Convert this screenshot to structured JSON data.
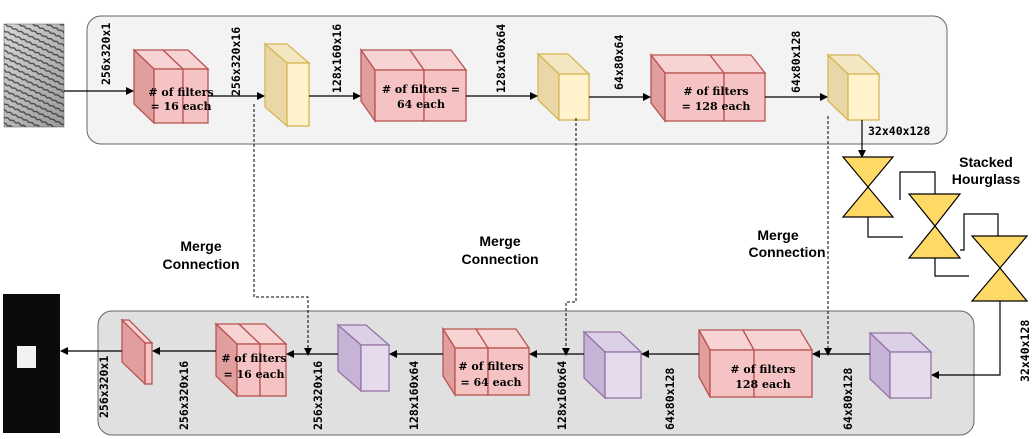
{
  "encoder": {
    "input_dim": "256x320x1",
    "block1": {
      "dim": "256x320x16",
      "filters_line1": "# of filters",
      "filters_line2": "= 16 each"
    },
    "pool1_dim": "128x160x16",
    "block2": {
      "dim": "128x160x64",
      "filters_line1": "# of filters =",
      "filters_line2": "64 each"
    },
    "pool2_dim": "64x80x64",
    "block3": {
      "dim": "64x80x128",
      "filters_line1": "# of filters",
      "filters_line2": "= 128 each"
    },
    "output_dim": "32x40x128"
  },
  "hourglass": {
    "label_line1": "Stacked",
    "label_line2": "Hourglass",
    "output_dim": "32x40x128"
  },
  "merge": {
    "line1": "Merge",
    "line2": "Connection"
  },
  "decoder": {
    "up1_dim": "64x80x128",
    "block3": {
      "filters_line1": "# of filters",
      "filters_line2": "128 each"
    },
    "up2_dim": "64x80x128",
    "block2_in_dim": "128x160x64",
    "block2": {
      "filters_line1": "# of filters",
      "filters_line2": "= 64 each"
    },
    "up3_dim": "128x160x64",
    "block1_in_dim": "256x320x16",
    "block1": {
      "filters_line1": "# of filters",
      "filters_line2": "= 16 each"
    },
    "final_dim": "256x320x16",
    "output_dim": "256x320x1"
  },
  "colors": {
    "panel_top": "#f3f3f3",
    "panel_bottom": "#e0e0e0",
    "conv_fill": "#f4c6c6",
    "conv_stroke": "#b85450",
    "pool_fill": "#fff2cc",
    "pool_stroke": "#d6b656",
    "up_fill": "#e6dbed",
    "up_stroke": "#9673a6",
    "hourglass_fill": "#ffd966"
  }
}
